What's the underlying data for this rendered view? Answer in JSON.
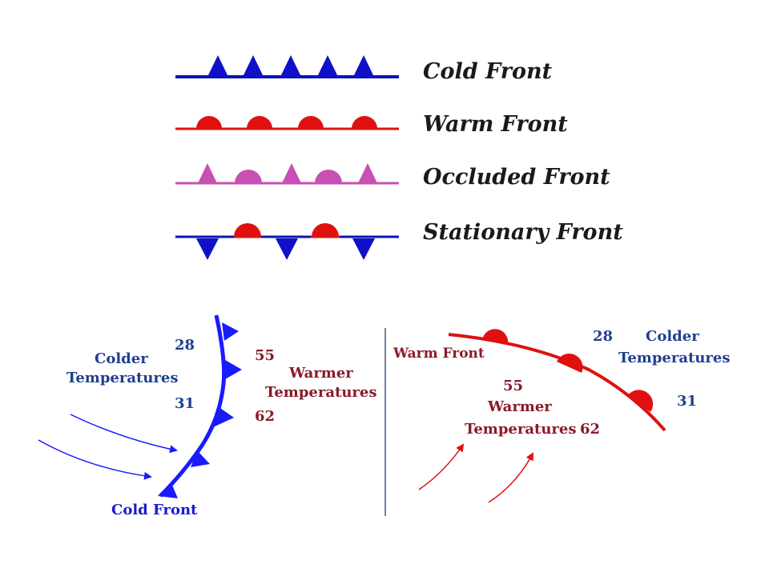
{
  "colors": {
    "cold": "#1010c8",
    "cold_line": "#0a14b4",
    "warm": "#e01010",
    "occluded": "#c84fb4",
    "cold_text": "#1f3f8f",
    "cold_front_label": "#1a1acc",
    "warm_text": "#8a1a2a",
    "divider": "#3a5a8a"
  },
  "legend": {
    "cold_front": "Cold Front",
    "warm_front": "Warm Front",
    "occluded_front": "Occluded Front",
    "stationary_front": "Stationary Front"
  },
  "cold_panel": {
    "colder_line1": "Colder",
    "colder_line2": "Temperatures",
    "temp_a": "28",
    "temp_b": "31",
    "warm_temp_a": "55",
    "warm_temp_b": "62",
    "warmer_line1": "Warmer",
    "warmer_line2": "Temperatures",
    "front_label": "Cold Front"
  },
  "warm_panel": {
    "front_label": "Warm Front",
    "temp_a": "28",
    "colder_line1": "Colder",
    "colder_line2": "Temperatures",
    "temp_b": "31",
    "warm_temp_a": "55",
    "warmer_line1": "Warmer",
    "warmer_line2": "Temperatures",
    "warm_temp_b": "62"
  }
}
